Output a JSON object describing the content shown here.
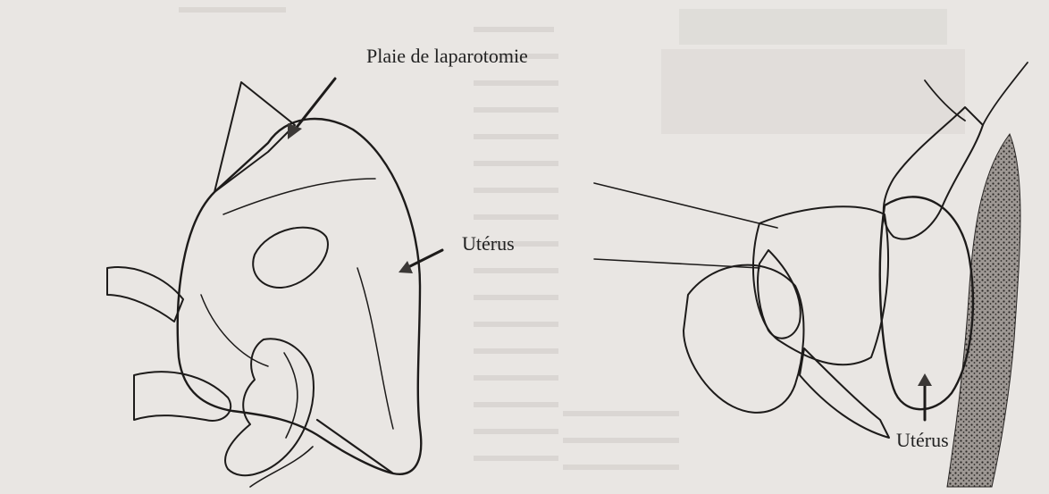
{
  "figure": {
    "labels": {
      "laparotomy_wound": "Plaie de laparotomie",
      "uterus_left": "Utérus",
      "uterus_right": "Utérus"
    }
  }
}
